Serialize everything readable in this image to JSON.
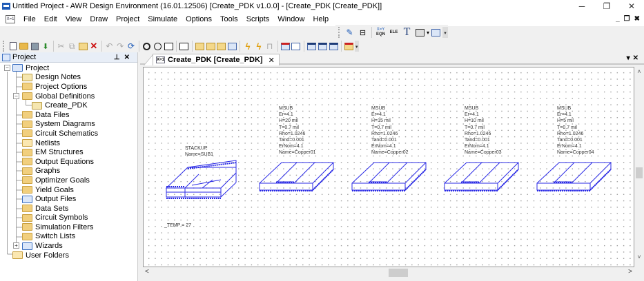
{
  "window": {
    "title": "Untitled Project - AWR Design Environment (16.01.12506) [Create_PDK v1.0.0] - [Create_PDK [Create_PDK]]",
    "controls": {
      "minimize": "─",
      "maximize": "❐",
      "close": "✕"
    },
    "mdi_controls": {
      "minimize": "_",
      "restore": "🗗",
      "close": "✖"
    }
  },
  "menubar": {
    "items": [
      {
        "label": "File",
        "accel": "F"
      },
      {
        "label": "Edit",
        "accel": "E"
      },
      {
        "label": "View",
        "accel": "V"
      },
      {
        "label": "Draw",
        "accel": "D"
      },
      {
        "label": "Project",
        "accel": "P"
      },
      {
        "label": "Simulate",
        "accel": "S"
      },
      {
        "label": "Options",
        "accel": "O"
      },
      {
        "label": "Tools",
        "accel": "T"
      },
      {
        "label": "Scripts",
        "accel": ""
      },
      {
        "label": "Window",
        "accel": "W"
      },
      {
        "label": "Help",
        "accel": "H"
      }
    ]
  },
  "toolbar_right": {
    "items": [
      "wire-tool",
      "port-tool",
      "equation",
      "element",
      "text",
      "shape",
      "layout-view"
    ],
    "equation_label": "X=Y EQN",
    "element_label": "ELE",
    "text_label": "T"
  },
  "toolbar_main": {
    "items": [
      "new",
      "open",
      "save",
      "save-all",
      "cut",
      "copy",
      "paste",
      "delete",
      "undo",
      "redo",
      "refresh",
      "zoom-area",
      "zoom-out",
      "view-all",
      "new-window",
      "add-subcircuit",
      "add-port",
      "add-ground",
      "add-element",
      "analyze",
      "tune",
      "run",
      "view-layout",
      "view-3d",
      "equations",
      "sweep",
      "yield",
      "options"
    ]
  },
  "project_panel": {
    "title": "Project",
    "pin": "📌",
    "close": "✕",
    "tree": [
      {
        "label": "Project",
        "level": 0,
        "expanded": true,
        "icon": "project-icon"
      },
      {
        "label": "Design Notes",
        "level": 1,
        "icon": "design-notes-icon"
      },
      {
        "label": "Project Options",
        "level": 1,
        "icon": "project-options-icon"
      },
      {
        "label": "Global Definitions",
        "level": 1,
        "expanded": true,
        "icon": "global-definitions-icon"
      },
      {
        "label": "Create_PDK",
        "level": 2,
        "icon": "schematic-doc-icon"
      },
      {
        "label": "Data Files",
        "level": 1,
        "icon": "data-files-icon"
      },
      {
        "label": "System Diagrams",
        "level": 1,
        "icon": "system-diagrams-icon"
      },
      {
        "label": "Circuit Schematics",
        "level": 1,
        "icon": "circuit-schematics-icon"
      },
      {
        "label": "Netlists",
        "level": 1,
        "icon": "netlists-icon"
      },
      {
        "label": "EM Structures",
        "level": 1,
        "icon": "em-structures-icon"
      },
      {
        "label": "Output Equations",
        "level": 1,
        "icon": "output-equations-icon"
      },
      {
        "label": "Graphs",
        "level": 1,
        "icon": "graphs-icon"
      },
      {
        "label": "Optimizer Goals",
        "level": 1,
        "icon": "optimizer-goals-icon"
      },
      {
        "label": "Yield Goals",
        "level": 1,
        "icon": "yield-goals-icon"
      },
      {
        "label": "Output Files",
        "level": 1,
        "icon": "output-files-icon"
      },
      {
        "label": "Data Sets",
        "level": 1,
        "icon": "data-sets-icon"
      },
      {
        "label": "Circuit Symbols",
        "level": 1,
        "icon": "circuit-symbols-icon"
      },
      {
        "label": "Simulation Filters",
        "level": 1,
        "icon": "simulation-filters-icon"
      },
      {
        "label": "Switch Lists",
        "level": 1,
        "icon": "switch-lists-icon"
      },
      {
        "label": "Wizards",
        "level": 1,
        "collapsed": true,
        "icon": "wizards-icon"
      },
      {
        "label": "User Folders",
        "level": 0,
        "icon": "user-folders-icon"
      }
    ]
  },
  "document": {
    "tab_label": "Create_PDK [Create_PDK]",
    "tab_icon_text": "X=1",
    "tab_close": "✕",
    "controls": {
      "dropdown": "▾",
      "close": "✕"
    },
    "stackup": {
      "lines": [
        "STACKUP",
        "Name=SUB1"
      ]
    },
    "temp_equation": "_TEMP = 27",
    "substrates": [
      {
        "lines": [
          "MSUB",
          "Er=4.1",
          "H=20 mil",
          "T=0.7 mil",
          "Rho=1.0246",
          "Tand=0.001",
          "ErNom=4.1",
          "Name=Copper01"
        ]
      },
      {
        "lines": [
          "MSUB",
          "Er=4.1",
          "H=15 mil",
          "T=0.7 mil",
          "Rho=1.0246",
          "Tand=0.001",
          "ErNom=4.1",
          "Name=Copper02"
        ]
      },
      {
        "lines": [
          "MSUB",
          "Er=4.1",
          "H=10 mil",
          "T=0.7 mil",
          "Rho=1.0246",
          "Tand=0.001",
          "ErNom=4.1",
          "Name=Copper03"
        ]
      },
      {
        "lines": [
          "MSUB",
          "Er=4.1",
          "H=5 mil",
          "T=0.7 mil",
          "Rho=1.0246",
          "Tand=0.001",
          "ErNom=4.1",
          "Name=Copper04"
        ]
      }
    ]
  },
  "scrollbars": {
    "up": "˄",
    "down": "˅",
    "left": "<",
    "right": ">"
  },
  "colors": {
    "schematic_blue": "#2020e0",
    "panel_header": "#e8eef7",
    "folder": "#f1cf7e"
  }
}
